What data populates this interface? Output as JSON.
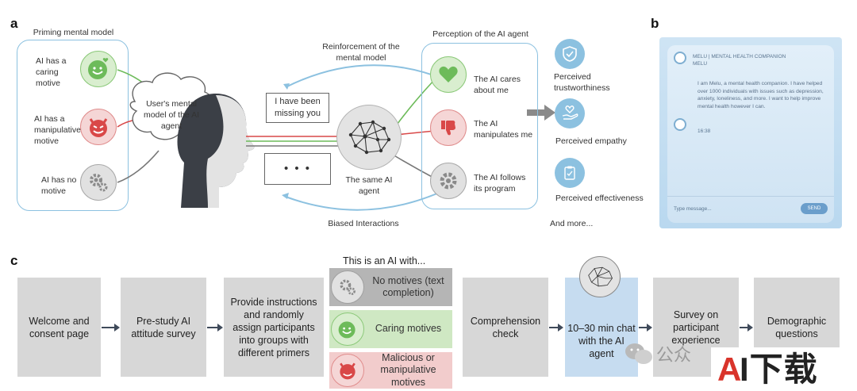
{
  "panels": {
    "a": "a",
    "b": "b",
    "c": "c"
  },
  "priming": {
    "title": "Priming mental model",
    "items": [
      "AI has a caring motive",
      "AI has a manipulative motive",
      "AI has no motive"
    ]
  },
  "thought_cloud": "User's mental model of the AI agent",
  "reinforcement": "Reinforcement of the mental model",
  "speech_bubble": "I have been missing you",
  "speech_dots": "• • •",
  "same_agent": "The same AI agent",
  "biased": "Biased Interactions",
  "perception": {
    "title": "Perception of the AI agent",
    "items": [
      "The AI cares about me",
      "The AI manipulates me",
      "The AI follows its program"
    ]
  },
  "outcomes": [
    "Perceived trustworthiness",
    "Perceived empathy",
    "Perceived effectiveness"
  ],
  "and_more": "And more...",
  "chat": {
    "header": "MELU | MENTAL HEALTH COMPANION",
    "sub": "MELU",
    "message": "I am Melu, a mental health companion. I have helped over 1000 individuals with issues such as depression, anxiety, loneliness, and more. I want to help improve mental health however I can.",
    "time": "16:38",
    "placeholder": "Type message...",
    "send": "SEND"
  },
  "flow": {
    "welcome": "Welcome and consent page",
    "prestudy": "Pre-study AI attitude survey",
    "instructions": "Provide instructions and randomly assign participants into groups with different primers",
    "this_is": "This is an AI with...",
    "options": [
      "No motives (text completion)",
      "Caring motives",
      "Malicious or manipulative motives"
    ],
    "comprehension": "Comprehension check",
    "chat": "10–30 min chat with the AI agent",
    "survey": "Survey on participant experience",
    "demographic": "Demographic questions"
  },
  "watermark": {
    "wechat": "公众",
    "logo": "AI下载"
  },
  "colors": {
    "blue": "#8cc1e0",
    "green": "#6dbb5a",
    "red": "#d94848",
    "gray": "#9a9a9a",
    "chat_box": "#cfe4f4"
  },
  "icons": [
    "smile-heart-icon",
    "devil-icon",
    "gears-icon",
    "head-silhouette-icon",
    "neural-network-icon",
    "heart-icon",
    "thumbs-down-icon",
    "gear-icon",
    "shield-check-icon",
    "heart-hand-icon",
    "clipboard-check-icon",
    "chat-avatar-icon"
  ]
}
